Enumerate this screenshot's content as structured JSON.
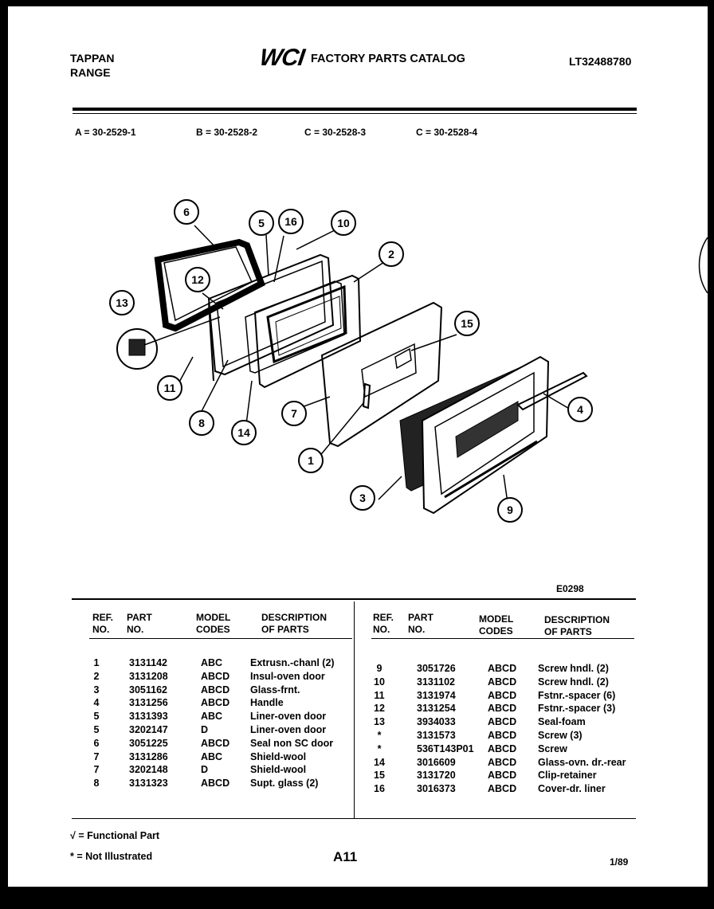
{
  "header": {
    "brand": "TAPPAN",
    "product": "RANGE",
    "logo": "WCI",
    "catalog_title": "FACTORY PARTS CATALOG",
    "catalog_number": "LT32488780"
  },
  "models": [
    {
      "label": "A = 30-2529-1"
    },
    {
      "label": "B = 30-2528-2"
    },
    {
      "label": "C = 30-2528-3"
    },
    {
      "label": "C = 30-2528-4"
    }
  ],
  "diagram": {
    "code": "E0298",
    "callouts": [
      "1",
      "2",
      "3",
      "4",
      "5",
      "6",
      "7",
      "8",
      "9",
      "10",
      "11",
      "12",
      "13",
      "14",
      "15",
      "16"
    ]
  },
  "table": {
    "headers": {
      "ref1": "REF.",
      "ref2": "NO.",
      "part1": "PART",
      "part2": "NO.",
      "model1": "MODEL",
      "model2": "CODES",
      "desc1": "DESCRIPTION",
      "desc2": "OF PARTS"
    },
    "left_rows": [
      {
        "ref": "1",
        "part": "3131142",
        "codes": "ABC",
        "desc": "Extrusn.-chanl (2)"
      },
      {
        "ref": "2",
        "part": "3131208",
        "codes": "ABCD",
        "desc": "Insul-oven door"
      },
      {
        "ref": "3",
        "part": "3051162",
        "codes": "ABCD",
        "desc": "Glass-frnt."
      },
      {
        "ref": "4",
        "part": "3131256",
        "codes": "ABCD",
        "desc": "Handle"
      },
      {
        "ref": "5",
        "part": "3131393",
        "codes": "ABC",
        "desc": "Liner-oven door"
      },
      {
        "ref": "5",
        "part": "3202147",
        "codes": "D",
        "desc": "Liner-oven door"
      },
      {
        "ref": "6",
        "part": "3051225",
        "codes": "ABCD",
        "desc": "Seal non SC door"
      },
      {
        "ref": "7",
        "part": "3131286",
        "codes": "ABC",
        "desc": "Shield-wool"
      },
      {
        "ref": "7",
        "part": "3202148",
        "codes": "D",
        "desc": "Shield-wool"
      },
      {
        "ref": "8",
        "part": "3131323",
        "codes": "ABCD",
        "desc": "Supt. glass (2)"
      }
    ],
    "right_rows": [
      {
        "ref": "9",
        "part": "3051726",
        "codes": "ABCD",
        "desc": "Screw hndl. (2)"
      },
      {
        "ref": "10",
        "part": "3131102",
        "codes": "ABCD",
        "desc": "Screw hndl. (2)"
      },
      {
        "ref": "11",
        "part": "3131974",
        "codes": "ABCD",
        "desc": "Fstnr.-spacer (6)"
      },
      {
        "ref": "12",
        "part": "3131254",
        "codes": "ABCD",
        "desc": "Fstnr.-spacer (3)"
      },
      {
        "ref": "13",
        "part": "3934033",
        "codes": "ABCD",
        "desc": "Seal-foam"
      },
      {
        "ref": "*",
        "part": "3131573",
        "codes": "ABCD",
        "desc": "Screw (3)"
      },
      {
        "ref": "*",
        "part": "536T143P01",
        "codes": "ABCD",
        "desc": "Screw"
      },
      {
        "ref": "14",
        "part": "3016609",
        "codes": "ABCD",
        "desc": "Glass-ovn. dr.-rear"
      },
      {
        "ref": "15",
        "part": "3131720",
        "codes": "ABCD",
        "desc": "Clip-retainer"
      },
      {
        "ref": "16",
        "part": "3016373",
        "codes": "ABCD",
        "desc": "Cover-dr. liner"
      }
    ]
  },
  "footer": {
    "functional_note": "√ = Functional Part",
    "not_illustrated_note": "* = Not Illustrated",
    "page": "A11",
    "date": "1/89"
  }
}
